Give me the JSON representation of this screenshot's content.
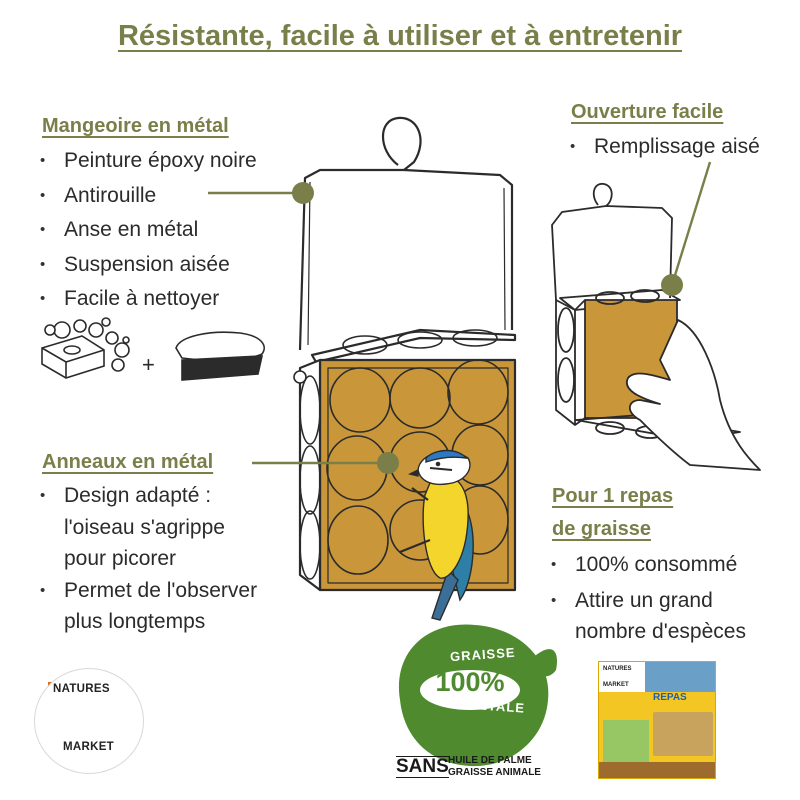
{
  "title": "Résistante, facile à utiliser et à entretenir",
  "sections": {
    "feeder": {
      "heading": "Mangeoire en métal",
      "items": [
        "Peinture époxy noire",
        "Antirouille",
        "Anse en métal",
        "Suspension aisée",
        "Facile à nettoyer"
      ]
    },
    "opening": {
      "heading": "Ouverture facile",
      "items": [
        "Remplissage aisé"
      ]
    },
    "rings": {
      "heading": "Anneaux en métal",
      "items": [
        {
          "line1": "Design adapté :",
          "line2": "l'oiseau s'agrippe",
          "line3": "pour picorer"
        },
        {
          "line1": "Permet  de l'observer",
          "line2": "plus longtemps"
        }
      ]
    },
    "meal": {
      "heading_line1": "Pour 1 repas",
      "heading_line2": "de graisse",
      "items": [
        {
          "line1": "100% consommé"
        },
        {
          "line1": "Attire un grand",
          "line2": "nombre d'espèces"
        }
      ]
    }
  },
  "cleaning": {
    "plus": "+"
  },
  "logo": {
    "line1": "NATURES",
    "line2": "MARKET"
  },
  "badge": {
    "top": "GRAISSE",
    "middle": "100%",
    "bottom": "VÉGÉTALE"
  },
  "sans": {
    "big": "SANS",
    "line1": "HUILE DE PALME",
    "line2": "GRAISSE ANIMALE"
  },
  "package": {
    "brand1": "NATURES",
    "brand2": "MARKET",
    "name": "REPAS"
  },
  "colors": {
    "accent": "#7a7f4a",
    "text": "#2b2b2b",
    "fat": "#c9963a",
    "badge_green": "#4f8a2f"
  }
}
